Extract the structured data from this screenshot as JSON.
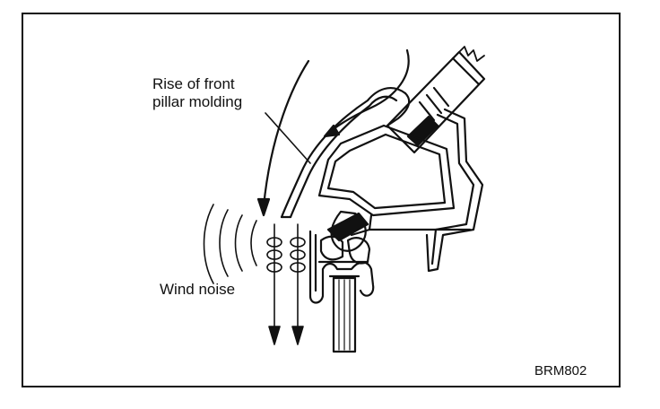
{
  "diagram": {
    "labels": {
      "rise_line1": "Rise of front",
      "rise_line2": "pillar molding",
      "wind_noise": "Wind noise",
      "figure_code": "BRM802"
    },
    "colors": {
      "ink": "#111111",
      "paper": "#ffffff"
    }
  }
}
